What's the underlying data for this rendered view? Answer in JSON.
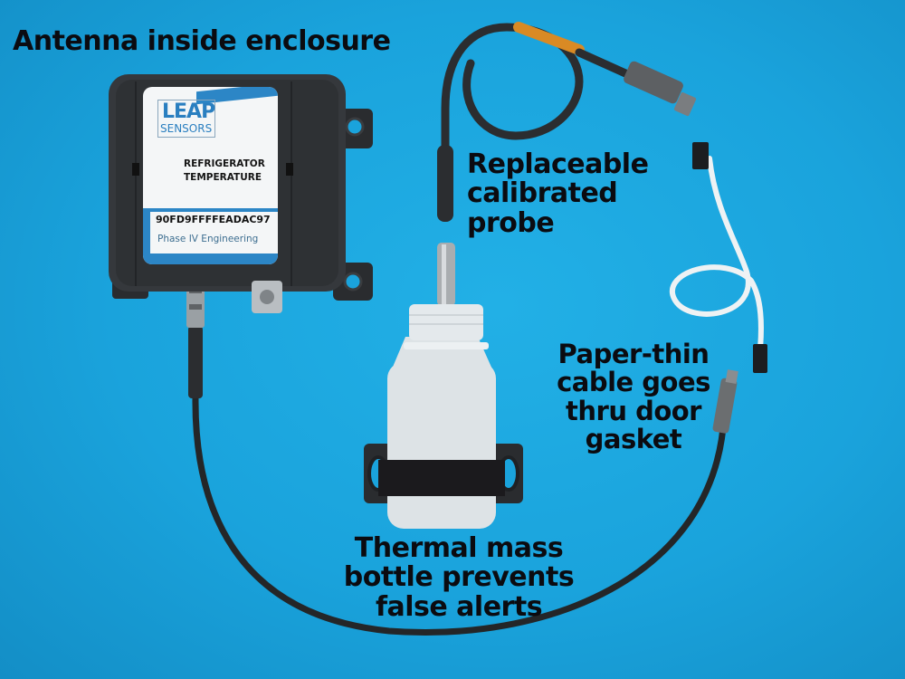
{
  "image": {
    "description": "Product photo of a LEAP Sensors refrigerator temperature sensor kit on a blue felt background with annotated callouts",
    "background_color": "#1aa3dc"
  },
  "device_label": {
    "brand_line1": "LEAP",
    "brand_line2": "SENSORS",
    "title_line1": "REFRIGERATOR",
    "title_line2": "TEMPERATURE",
    "serial": "90FD9FFFFEADAC97",
    "maker": "Phase IV Engineering",
    "accent_color": "#2c86c6"
  },
  "callouts": {
    "antenna": "Antenna inside enclosure",
    "probe": [
      "Replaceable",
      "calibrated",
      "probe"
    ],
    "cable": [
      "Paper-thin",
      "cable goes",
      "thru door",
      "gasket"
    ],
    "bottle": [
      "Thermal mass",
      "bottle prevents",
      "false alerts"
    ]
  },
  "components": [
    "sensor-enclosure",
    "calibrated-probe",
    "flat-ribbon-cable",
    "thermal-mass-bottle",
    "extension-cable"
  ]
}
